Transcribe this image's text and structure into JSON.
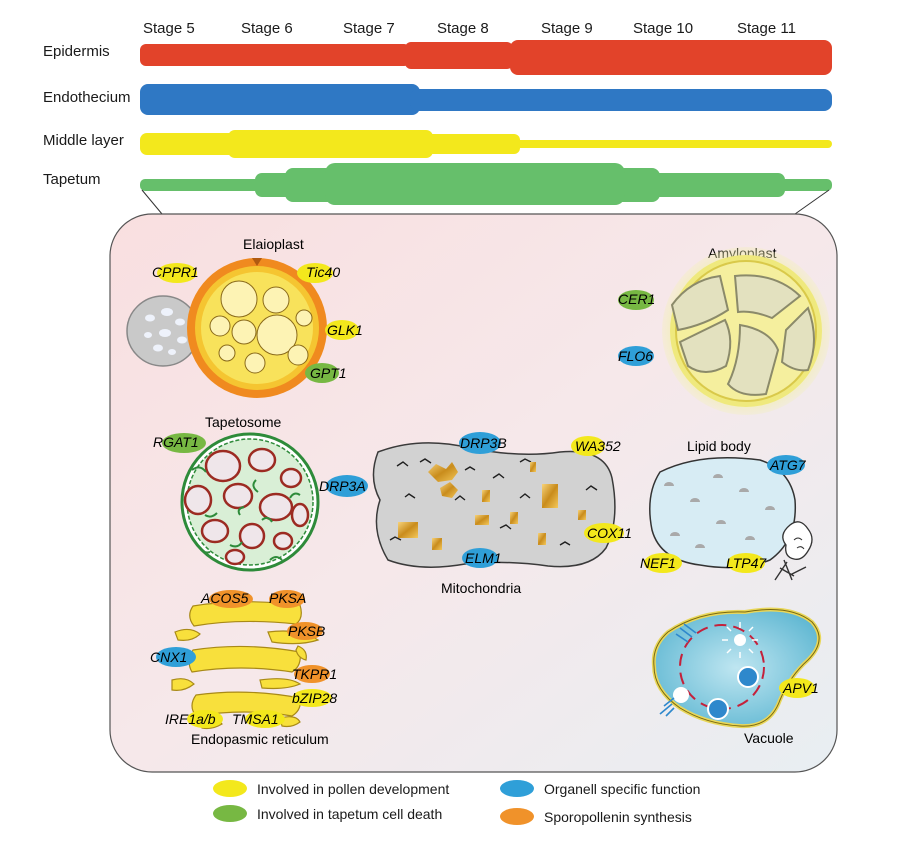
{
  "stages": [
    "Stage 5",
    "Stage 6",
    "Stage 7",
    "Stage 8",
    "Stage 9",
    "Stage 10",
    "Stage 11"
  ],
  "layers": [
    "Epidermis",
    "Endothecium",
    "Middle layer",
    "Tapetum"
  ],
  "organelles": {
    "elaioplast": "Elaioplast",
    "amyloplast": "Amyloplast",
    "tapetosome": "Tapetosome",
    "mitochondria": "Mitochondria",
    "lipid_body": "Lipid body",
    "er": "Endopasmic reticulum",
    "vacuole": "Vacuole"
  },
  "genes": {
    "cppr1": "CPPR1",
    "tic40": "Tic40",
    "glk1": "GLK1",
    "gpt1": "GPT1",
    "cer1": "CER1",
    "flo6": "FLO6",
    "rgat1": "RGAT1",
    "drp3b": "DRP3B",
    "wa352": "WA352",
    "drp3a": "DRP3A",
    "cox11": "COX11",
    "elm1": "ELM1",
    "atg7": "ATG7",
    "nef1": "NEF1",
    "ltp47": "LTP47",
    "acos5": "ACOS5",
    "pksa": "PKSA",
    "pksb": "PKSB",
    "cnx1": "CNX1",
    "tkpr1": "TKPR1",
    "bzip28": "bZIP28",
    "ire1ab": "IRE1a/b",
    "tmsa1": "TMSA1",
    "apv1": "APV1"
  },
  "legend": {
    "yellow": "Involved in pollen development",
    "green": "Involved in tapetum cell death",
    "blue": "Organell specific function",
    "orange": "Sporopollenin synthesis"
  },
  "colors": {
    "yellow": "#f3e81c",
    "green": "#77b843",
    "blue": "#2f9fd8",
    "orange": "#f0922a",
    "epidermis": "#e2432a",
    "endothecium": "#2f78c4",
    "middle_layer": "#f3e81c",
    "tapetum": "#66bf6b"
  }
}
